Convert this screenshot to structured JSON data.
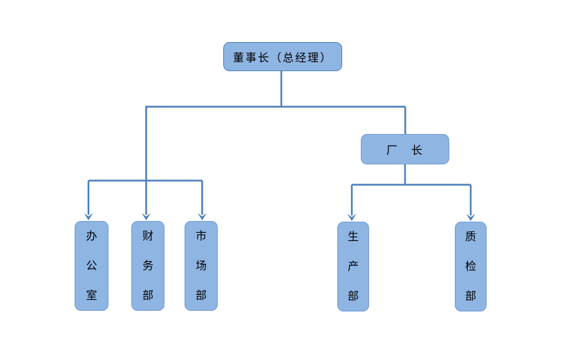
{
  "diagram": {
    "type": "org-chart",
    "background": "#ffffff",
    "colors": {
      "node_fill": "#8fb5e3",
      "node_border": "#4a7ebb",
      "connector": "#4a7ebb",
      "text": "#000000"
    },
    "nodes": {
      "chairman": {
        "label": "董事长（总经理）",
        "text_direction": "horizontal"
      },
      "factory_director": {
        "label": "厂　长",
        "text_direction": "horizontal"
      },
      "office": {
        "label": "办公室",
        "text_direction": "vertical"
      },
      "finance": {
        "label": "财务部",
        "text_direction": "vertical"
      },
      "marketing": {
        "label": "市场部",
        "text_direction": "vertical"
      },
      "production": {
        "label": "生产部",
        "text_direction": "vertical"
      },
      "quality": {
        "label": "质检部",
        "text_direction": "vertical"
      }
    },
    "edges": [
      {
        "from": "chairman",
        "to": "office"
      },
      {
        "from": "chairman",
        "to": "finance"
      },
      {
        "from": "chairman",
        "to": "marketing"
      },
      {
        "from": "chairman",
        "to": "factory_director"
      },
      {
        "from": "factory_director",
        "to": "production"
      },
      {
        "from": "factory_director",
        "to": "quality"
      }
    ]
  }
}
